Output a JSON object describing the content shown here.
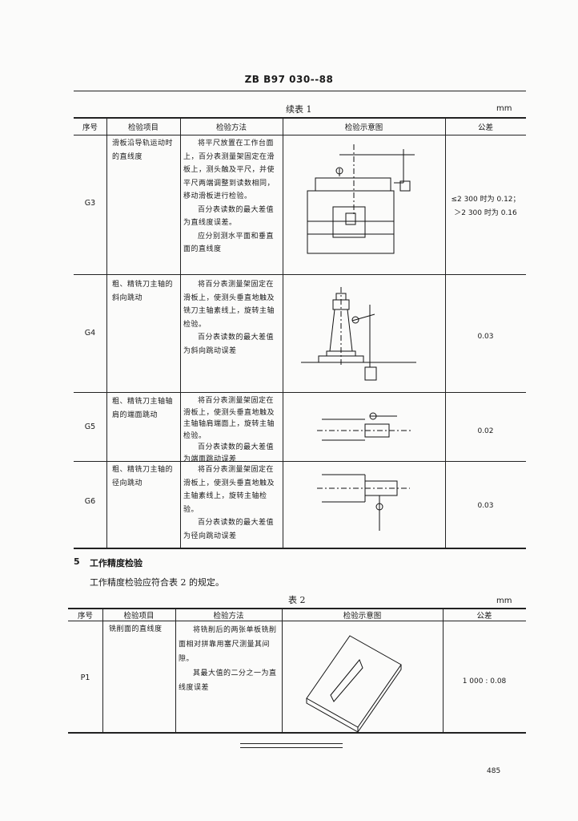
{
  "standard_number": "ZB B97 030--88",
  "table1": {
    "caption": "续表 1",
    "unit": "mm",
    "headers": [
      "序号",
      "检验项目",
      "检验方法",
      "检验示意图",
      "公差"
    ],
    "rows": [
      {
        "no": "G3",
        "item": "滑板沿导轨运动时的直线度",
        "method": [
          "将平尺放置在工作台面上，百分表测量架固定在滑板上，测头触及平尺，并使平尺两端调整到读数相同，移动滑板进行检验。",
          "百分表读数的最大差值为直线度误差。",
          "应分别测水平面和垂直面的直线度"
        ],
        "tolerance": [
          "≤2 300 时为 0.12；",
          "＞2 300 时为 0.16"
        ]
      },
      {
        "no": "G4",
        "item": "粗、精铣刀主轴的斜向跳动",
        "method": [
          "将百分表测量架固定在滑板上，使测头垂直地触及铣刀主轴素线上，旋转主轴检验。",
          "百分表读数的最大差值为斜向跳动误差"
        ],
        "tolerance": [
          "0.03"
        ]
      },
      {
        "no": "G5",
        "item": "粗、精铣刀主轴轴肩的端面跳动",
        "method": [
          "将百分表测量架固定在滑板上，使测头垂直地触及主轴轴肩端面上，旋转主轴检验。",
          "百分表读数的最大差值为端面跳动误差"
        ],
        "tolerance": [
          "0.02"
        ]
      },
      {
        "no": "G6",
        "item": "粗、精铣刀主轴的径向跳动",
        "method": [
          "将百分表测量架固定在滑板上，使测头垂直地触及主轴素线上，旋转主轴检验。",
          "百分表读数的最大差值为径向跳动误差"
        ],
        "tolerance": [
          "0.03"
        ]
      }
    ]
  },
  "section": {
    "number": "5",
    "title": "工作精度检验",
    "text": "工作精度检验应符合表 2 的规定。"
  },
  "table2": {
    "caption": "表 2",
    "unit": "mm",
    "headers": [
      "序号",
      "检验项目",
      "检验方法",
      "检验示意图",
      "公差"
    ],
    "rows": [
      {
        "no": "P1",
        "item": "铣削面的直线度",
        "method": [
          "将铣削后的两张单板铣削面相对拼靠用塞尺测量其间隙。",
          "其最大值的二分之一为直线度误差"
        ],
        "tolerance": [
          "1 000 : 0.08"
        ]
      }
    ]
  },
  "page_number": "485"
}
